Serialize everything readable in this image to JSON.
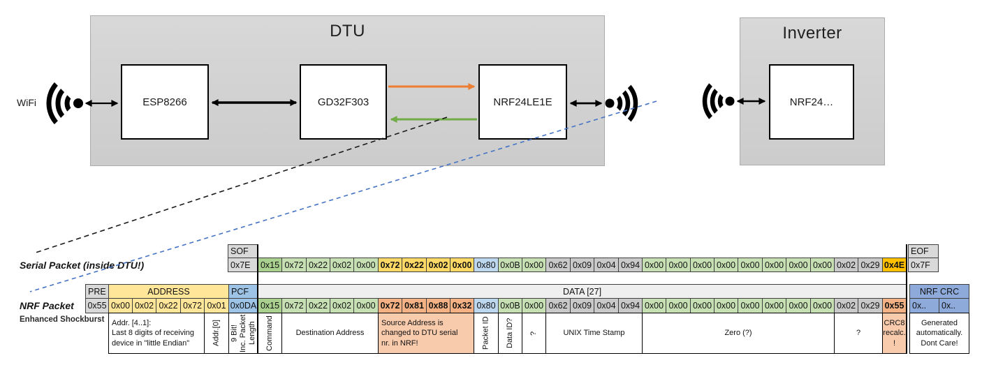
{
  "palette": {
    "g": "#D9D9D9",
    "gd": "#C9C9C9",
    "grn1": "#A9D08E",
    "grn": "#C6E0B4",
    "yel": "#FFD966",
    "yelL": "#FFE699",
    "amber": "#FFC000",
    "sal": "#F4B183",
    "salL": "#F8CBAD",
    "blu": "#BDD7EE",
    "bluM": "#9DC3E6",
    "bluD": "#8EAADB",
    "lite": "#EFEFEF",
    "wht": "#FFFFFF"
  },
  "diagram": {
    "wifi_label": "WiFi",
    "dtu": {
      "title": "DTU",
      "chips": [
        {
          "label": "ESP8266"
        },
        {
          "label": "GD32F303"
        },
        {
          "label": "NRF24LE1E"
        }
      ]
    },
    "inverter": {
      "title": "Inverter",
      "chip": "NRF24…"
    },
    "colors": {
      "orange_arrow": "#ED7D31",
      "green_arrow": "#70AD47",
      "blue_dash": "#4472C4",
      "black": "#111111"
    }
  },
  "serial_packet": {
    "label": "Serial Packet (inside DTU!)",
    "sof": {
      "header": "SOF",
      "value": "0x7E"
    },
    "eof": {
      "header": "EOF",
      "value": "0x7F"
    },
    "bytes": [
      {
        "v": "0x15",
        "c": "grn1"
      },
      {
        "v": "0x72",
        "c": "grn"
      },
      {
        "v": "0x22",
        "c": "grn"
      },
      {
        "v": "0x02",
        "c": "grn"
      },
      {
        "v": "0x00",
        "c": "grn"
      },
      {
        "v": "0x72",
        "c": "yel",
        "b": 1
      },
      {
        "v": "0x22",
        "c": "yel",
        "b": 1
      },
      {
        "v": "0x02",
        "c": "yel",
        "b": 1
      },
      {
        "v": "0x00",
        "c": "yel",
        "b": 1
      },
      {
        "v": "0x80",
        "c": "blu"
      },
      {
        "v": "0x0B",
        "c": "grn"
      },
      {
        "v": "0x00",
        "c": "grn"
      },
      {
        "v": "0x62",
        "c": "gd"
      },
      {
        "v": "0x09",
        "c": "gd"
      },
      {
        "v": "0x04",
        "c": "gd"
      },
      {
        "v": "0x94",
        "c": "gd"
      },
      {
        "v": "0x00",
        "c": "grn"
      },
      {
        "v": "0x00",
        "c": "grn"
      },
      {
        "v": "0x00",
        "c": "grn"
      },
      {
        "v": "0x00",
        "c": "grn"
      },
      {
        "v": "0x00",
        "c": "grn"
      },
      {
        "v": "0x00",
        "c": "grn"
      },
      {
        "v": "0x00",
        "c": "grn"
      },
      {
        "v": "0x00",
        "c": "grn"
      },
      {
        "v": "0x02",
        "c": "gd"
      },
      {
        "v": "0x29",
        "c": "gd"
      },
      {
        "v": "0x4E",
        "c": "amber",
        "b": 1
      }
    ]
  },
  "nrf_packet": {
    "label": "NRF Packet",
    "sublabel": "Enhanced Shockburst",
    "headers": {
      "pre": "PRE",
      "address": "ADDRESS",
      "pcf": "PCF",
      "data": "DATA [27]",
      "crc": "NRF CRC"
    },
    "pre": {
      "v": "0x55",
      "c": "g"
    },
    "address": [
      {
        "v": "0x00",
        "c": "yelL"
      },
      {
        "v": "0x02",
        "c": "yelL"
      },
      {
        "v": "0x22",
        "c": "yelL"
      },
      {
        "v": "0x72",
        "c": "yelL"
      },
      {
        "v": "0x01",
        "c": "yelL"
      }
    ],
    "pcf": {
      "v": "0x0DA",
      "c": "bluM"
    },
    "bytes": [
      {
        "v": "0x15",
        "c": "grn1"
      },
      {
        "v": "0x72",
        "c": "grn"
      },
      {
        "v": "0x22",
        "c": "grn"
      },
      {
        "v": "0x02",
        "c": "grn"
      },
      {
        "v": "0x00",
        "c": "grn"
      },
      {
        "v": "0x72",
        "c": "sal",
        "b": 1
      },
      {
        "v": "0x81",
        "c": "sal",
        "b": 1
      },
      {
        "v": "0x88",
        "c": "sal",
        "b": 1
      },
      {
        "v": "0x32",
        "c": "sal",
        "b": 1
      },
      {
        "v": "0x80",
        "c": "blu"
      },
      {
        "v": "0x0B",
        "c": "grn"
      },
      {
        "v": "0x00",
        "c": "grn"
      },
      {
        "v": "0x62",
        "c": "gd"
      },
      {
        "v": "0x09",
        "c": "gd"
      },
      {
        "v": "0x04",
        "c": "gd"
      },
      {
        "v": "0x94",
        "c": "gd"
      },
      {
        "v": "0x00",
        "c": "grn"
      },
      {
        "v": "0x00",
        "c": "grn"
      },
      {
        "v": "0x00",
        "c": "grn"
      },
      {
        "v": "0x00",
        "c": "grn"
      },
      {
        "v": "0x00",
        "c": "grn"
      },
      {
        "v": "0x00",
        "c": "grn"
      },
      {
        "v": "0x00",
        "c": "grn"
      },
      {
        "v": "0x00",
        "c": "grn"
      },
      {
        "v": "0x02",
        "c": "gd"
      },
      {
        "v": "0x29",
        "c": "gd"
      },
      {
        "v": "0x55",
        "c": "sal",
        "b": 1
      }
    ],
    "crc": [
      {
        "v": "0x..",
        "c": "bluD"
      },
      {
        "v": "0x..",
        "c": "bluD"
      }
    ],
    "annotations": [
      {
        "text": "Addr. [4..1]:\nLast 8 digits of receiving\ndevice in \"little Endian\"",
        "bg": "wht",
        "rot": false,
        "align": "left"
      },
      {
        "text": "Addr.[0]",
        "bg": "wht",
        "rot": true
      },
      {
        "text": "9 Bit!\nInc. Packet\nLength",
        "bg": "wht",
        "rot": true
      },
      {
        "text": "Command",
        "bg": "wht",
        "rot": true
      },
      {
        "text": "Destination Address",
        "bg": "wht",
        "rot": false,
        "align": "center"
      },
      {
        "text": "Source Address is\nchanged to DTU serial\nnr. in NRF!",
        "bg": "salL",
        "rot": false,
        "align": "left"
      },
      {
        "text": "Packet ID",
        "bg": "wht",
        "rot": true
      },
      {
        "text": "Data ID?",
        "bg": "wht",
        "rot": true
      },
      {
        "text": "?",
        "bg": "wht",
        "rot": true
      },
      {
        "text": "UNIX Time Stamp",
        "bg": "wht",
        "rot": false,
        "align": "center"
      },
      {
        "text": "Zero (?)",
        "bg": "wht",
        "rot": false,
        "align": "center"
      },
      {
        "text": "?",
        "bg": "wht",
        "rot": false,
        "align": "center"
      },
      {
        "text": "CRC8\nrecalc.\n!",
        "bg": "salL",
        "rot": false,
        "align": "center"
      },
      {
        "text": "Generated\nautomatically.\nDont Care!",
        "bg": "wht",
        "rot": false,
        "align": "center"
      }
    ]
  }
}
